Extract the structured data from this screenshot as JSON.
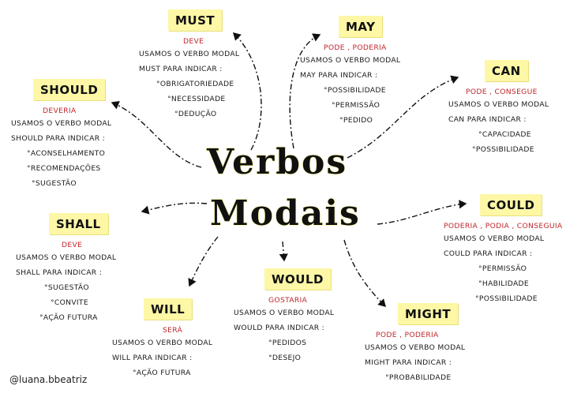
{
  "title": [
    "Verbos",
    "Modais"
  ],
  "handle": "@luana.bbeatriz",
  "nodes": [
    {
      "id": "must",
      "label": "MUST",
      "sense": "DEVE",
      "lines": [
        "USAMOS O VERBO MODAL",
        "MUST PARA INDICAR :"
      ],
      "items": [
        "°OBRIGATORIEDADE",
        "°NECESSIDADE",
        "°DEDUÇÃO"
      ]
    },
    {
      "id": "may",
      "label": "MAY",
      "sense": "PODE , PODERIA",
      "lines": [
        "USAMOS O VERBO MODAL",
        "MAY PARA INDICAR :"
      ],
      "items": [
        "°POSSIBILIDADE",
        "°PERMISSÃO",
        "°PEDIDO"
      ]
    },
    {
      "id": "can",
      "label": "CAN",
      "sense": "PODE , CONSEGUE",
      "lines": [
        "USAMOS O VERBO MODAL",
        "CAN PARA INDICAR :"
      ],
      "items": [
        "°CAPACIDADE",
        "°POSSIBILIDADE"
      ]
    },
    {
      "id": "should",
      "label": "SHOULD",
      "sense": "DEVERIA",
      "lines": [
        "USAMOS O VERBO MODAL",
        "SHOULD PARA INDICAR :"
      ],
      "items": [
        "°ACONSELHAMENTO",
        "°RECOMENDAÇÕES",
        "°SUGESTÃO"
      ]
    },
    {
      "id": "shall",
      "label": "SHALL",
      "sense": "DEVE",
      "lines": [
        "USAMOS O VERBO MODAL",
        "SHALL PARA INDICAR :"
      ],
      "items": [
        "°SUGESTÃO",
        "°CONVITE",
        "°AÇÃO FUTURA"
      ]
    },
    {
      "id": "could",
      "label": "COULD",
      "sense": "PODERIA , PODIA , CONSEGUIA",
      "lines": [
        "USAMOS O VERBO MODAL",
        "COULD PARA INDICAR :"
      ],
      "items": [
        "°PERMISSÃO",
        "°HABILIDADE",
        "°POSSIBILIDADE"
      ]
    },
    {
      "id": "would",
      "label": "WOULD",
      "sense": "GOSTARIA",
      "lines": [
        "USAMOS O VERBO MODAL",
        "WOULD PARA INDICAR :"
      ],
      "items": [
        "°PEDIDOS",
        "°DESEJO"
      ]
    },
    {
      "id": "will",
      "label": "WILL",
      "sense": "SERÁ",
      "lines": [
        "USAMOS O VERBO MODAL",
        "WILL PARA INDICAR :"
      ],
      "items": [
        "°AÇÃO FUTURA"
      ]
    },
    {
      "id": "might",
      "label": "MIGHT",
      "sense": "PODE , PODERIA",
      "lines": [
        "USAMOS O VERBO MODAL",
        "MIGHT PARA INDICAR :"
      ],
      "items": [
        "°PROBABILIDADE"
      ]
    }
  ]
}
